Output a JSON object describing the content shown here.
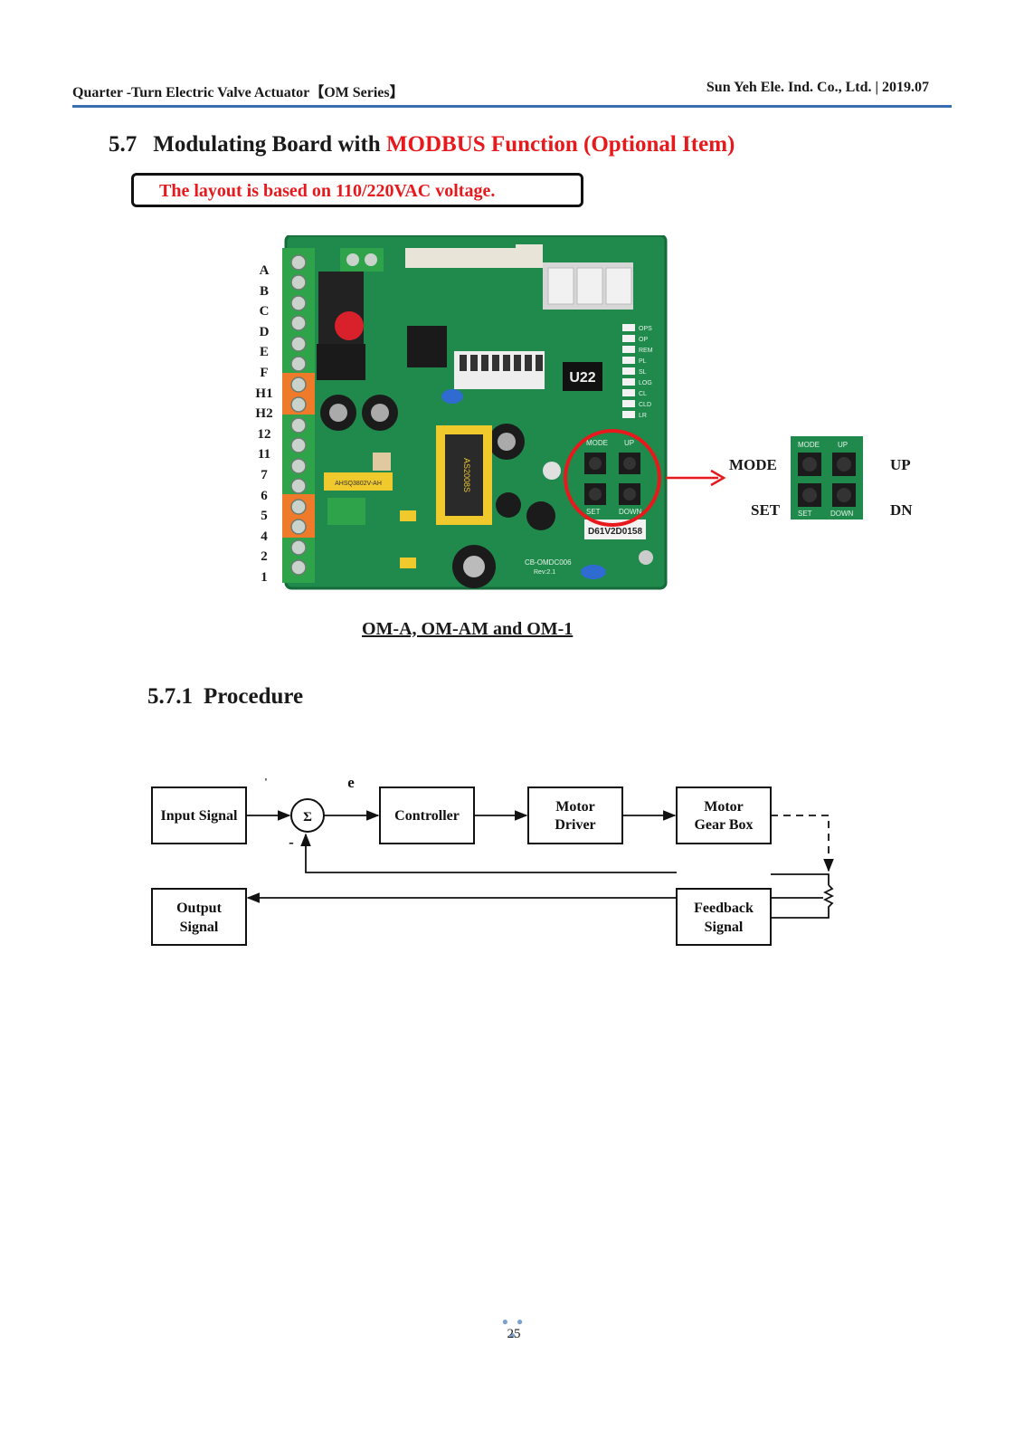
{
  "header": {
    "left": "Quarter -Turn Electric Valve Actuator【OM Series】",
    "right": "Sun Yeh Ele. Ind. Co., Ltd. | 2019.07"
  },
  "section": {
    "number": "5.7",
    "title_black": "Modulating Board with ",
    "title_red": "MODBUS Function (Optional Item)"
  },
  "note": "The layout is based on 110/220VAC voltage.",
  "terminal_labels": [
    "A",
    "B",
    "C",
    "D",
    "E",
    "F",
    "H1",
    "H2",
    "12",
    "11",
    "7",
    "6",
    "5",
    "4",
    "2",
    "1"
  ],
  "board": {
    "chip_label": "U22",
    "serial": "D61V2D0158",
    "board_model": "CB-OMDC006",
    "rev": "Rev:2.1",
    "silk_mode": "MODE",
    "silk_up": "UP",
    "silk_set": "SET",
    "silk_down": "DOWN",
    "led_labels": [
      "OPS",
      "OP",
      "REM",
      "PL",
      "SL",
      "LOG",
      "CL",
      "CLD",
      "LR"
    ],
    "transformer_text": "AS2008S",
    "inductor_text": "AHSQ3802V-AH"
  },
  "buttons": {
    "mode": "MODE",
    "up": "UP",
    "set": "SET",
    "dn": "DN"
  },
  "caption": "OM-A, OM-AM and OM-1",
  "subsection": {
    "number": "5.7.1",
    "title": "Procedure"
  },
  "diagram": {
    "input": "Input Signal",
    "plus": "+",
    "sigma": "Σ",
    "e": "e",
    "minus": "-",
    "controller": "Controller",
    "motor_driver_1": "Motor",
    "motor_driver_2": "Driver",
    "gear_box_1": "Motor",
    "gear_box_2": "Gear Box",
    "output_1": "Output",
    "output_2": "Signal",
    "feedback_1": "Feedback",
    "feedback_2": "Signal"
  },
  "footer": {
    "dots": "● ● ●",
    "page": "25"
  },
  "colors": {
    "accent_red": "#e8191c",
    "rule_blue": "#3a6db0",
    "board_green": "#1f8a4c"
  }
}
